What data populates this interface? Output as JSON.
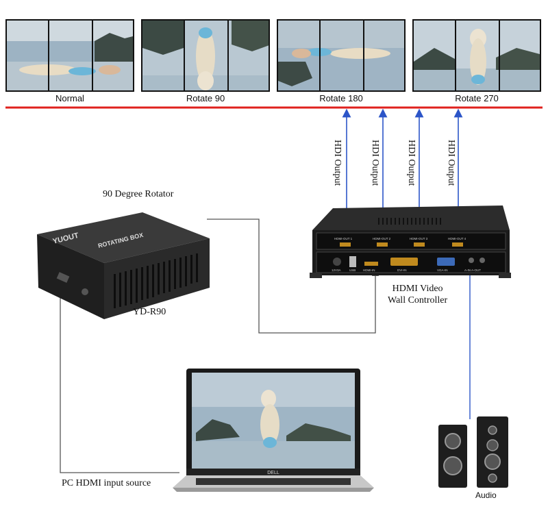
{
  "rotation_modes": [
    "Normal",
    "Rotate 90",
    "Rotate 180",
    "Rotate 270"
  ],
  "output_labels": [
    "HDI Output",
    "HDI Output",
    "HDI Output",
    "HDI Output"
  ],
  "rotator": {
    "title": "90 Degree Rotator",
    "model": "YD-R90",
    "brand": "YUOUT",
    "panel_label": "ROTATING BOX"
  },
  "controller": {
    "title_line1": "HDMI Video",
    "title_line2": "Wall Controller",
    "top_ports": [
      "HDMI-OUT 1",
      "HDMI-OUT 2",
      "HDMI-OUT 3",
      "HDMI-OUT 4"
    ],
    "bottom_ports": [
      "12V3A",
      "USB",
      "HDMI-IN",
      "DVI-IN",
      "VGA-IN",
      "A-IN  A-OUT"
    ]
  },
  "laptop": {
    "brand": "DELL"
  },
  "source_label": "PC HDMI input source",
  "audio_label": "Audio",
  "colors": {
    "connector_red": "#e0211d",
    "output_arrow": "#2c55c8",
    "cable": "#555555"
  }
}
